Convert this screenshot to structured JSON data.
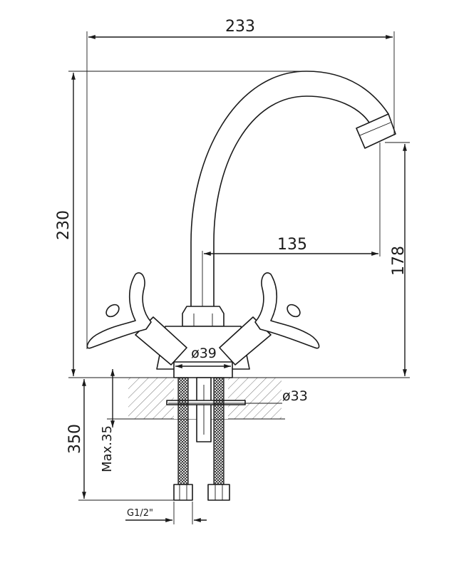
{
  "drawing": {
    "colors": {
      "line": "#1a1a1a",
      "background": "#ffffff"
    },
    "dimensions": {
      "overall_width": "233",
      "overall_height": "230",
      "spout_reach": "135",
      "spout_clearance": "178",
      "body_diameter": "ø39",
      "mounting_hole_diameter": "ø33",
      "hose_length": "350",
      "max_counter_thickness": "Max.35",
      "thread_size": "G1/2\""
    }
  }
}
